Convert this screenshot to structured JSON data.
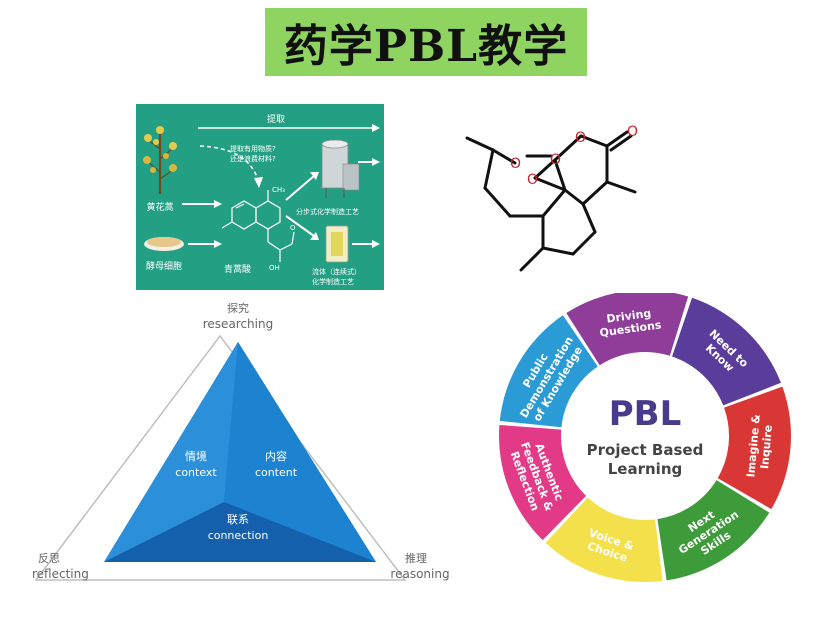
{
  "title": "药学PBL教学",
  "extraction": {
    "extract": "提取",
    "question_line1": "提取有用物质?",
    "question_line2": "还是浪费材料?",
    "plant": "黄花蒿",
    "yeast": "酵母细胞",
    "acid": "青蒿酸",
    "process_batch": "分步式化学制造工艺",
    "process_flow_line1": "流体（连续式）",
    "process_flow_line2": "化学制造工艺",
    "methyl_label": "CH₃",
    "oh_label": "OH",
    "o_label": "O"
  },
  "molecule": {
    "atom_o": "O"
  },
  "triangle": {
    "top_cn": "探究",
    "top_en": "researching",
    "left_cn": "反思",
    "left_en": "reflecting",
    "right_cn": "推理",
    "right_en": "reasoning",
    "context_cn": "情境",
    "context_en": "context",
    "content_cn": "内容",
    "content_en": "content",
    "connection_cn": "联系",
    "connection_en": "connection"
  },
  "pbl_wheel": {
    "center_title": "PBL",
    "center_line1": "Project Based",
    "center_line2": "Learning",
    "segments": [
      {
        "line1": "Need to",
        "line2": "Know",
        "color": "#5a3c9a"
      },
      {
        "line1": "Imagine &",
        "line2": "Inquire",
        "color": "#d93636"
      },
      {
        "line1": "Next",
        "line2": "Generation",
        "line3": "Skills",
        "color": "#3d9b3a"
      },
      {
        "line1": "Voice &",
        "line2": "Choice",
        "color": "#f3e04a"
      },
      {
        "line1": "Authentic",
        "line2": "Feedback &",
        "line3": "Reflection",
        "color": "#e23a86"
      },
      {
        "line1": "Public",
        "line2": "Demonstration",
        "line3": "of Knowledge",
        "color": "#2a9bd5"
      },
      {
        "line1": "Driving",
        "line2": "Questions",
        "color": "#8f3d99"
      }
    ]
  }
}
